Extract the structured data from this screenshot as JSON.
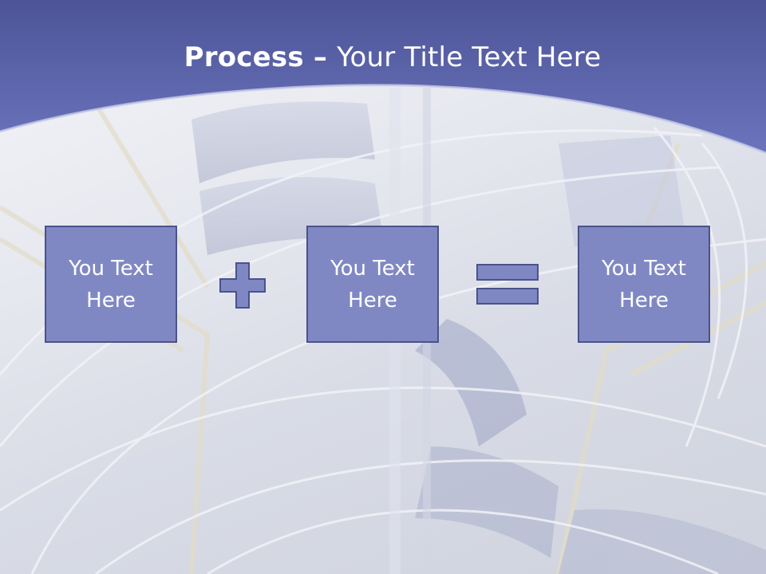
{
  "slide": {
    "title_bold": "Process",
    "title_separator": " – ",
    "title_rest": "Your Title Text Here"
  },
  "process": {
    "steps": [
      {
        "label": "You Text Here"
      },
      {
        "label": "You Text Here"
      },
      {
        "label": "You Text Here"
      }
    ],
    "operators": [
      "plus-icon",
      "equals-icon"
    ]
  },
  "colors": {
    "header": "#5c66b0",
    "box_fill": "#8088c4",
    "box_border": "#4a528a",
    "text": "#ffffff"
  }
}
